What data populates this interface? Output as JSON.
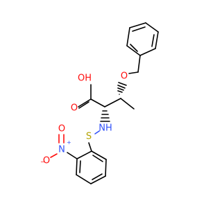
{
  "molecule": {
    "colors": {
      "carbon_bond": "#000000",
      "oxygen": "#ff0d0d",
      "nitrogen": "#3050f8",
      "sulfur": "#b3a200"
    },
    "labels": {
      "carboxyl_oh": "OH",
      "carboxyl_o": "O",
      "ether_o": "O",
      "amine_nh": "NH",
      "sulfur": "S",
      "nitro_n": "N",
      "nitro_n_charge": "+",
      "nitro_o_double": "O",
      "nitro_o_single": "O",
      "nitro_o_charge": "−"
    }
  }
}
